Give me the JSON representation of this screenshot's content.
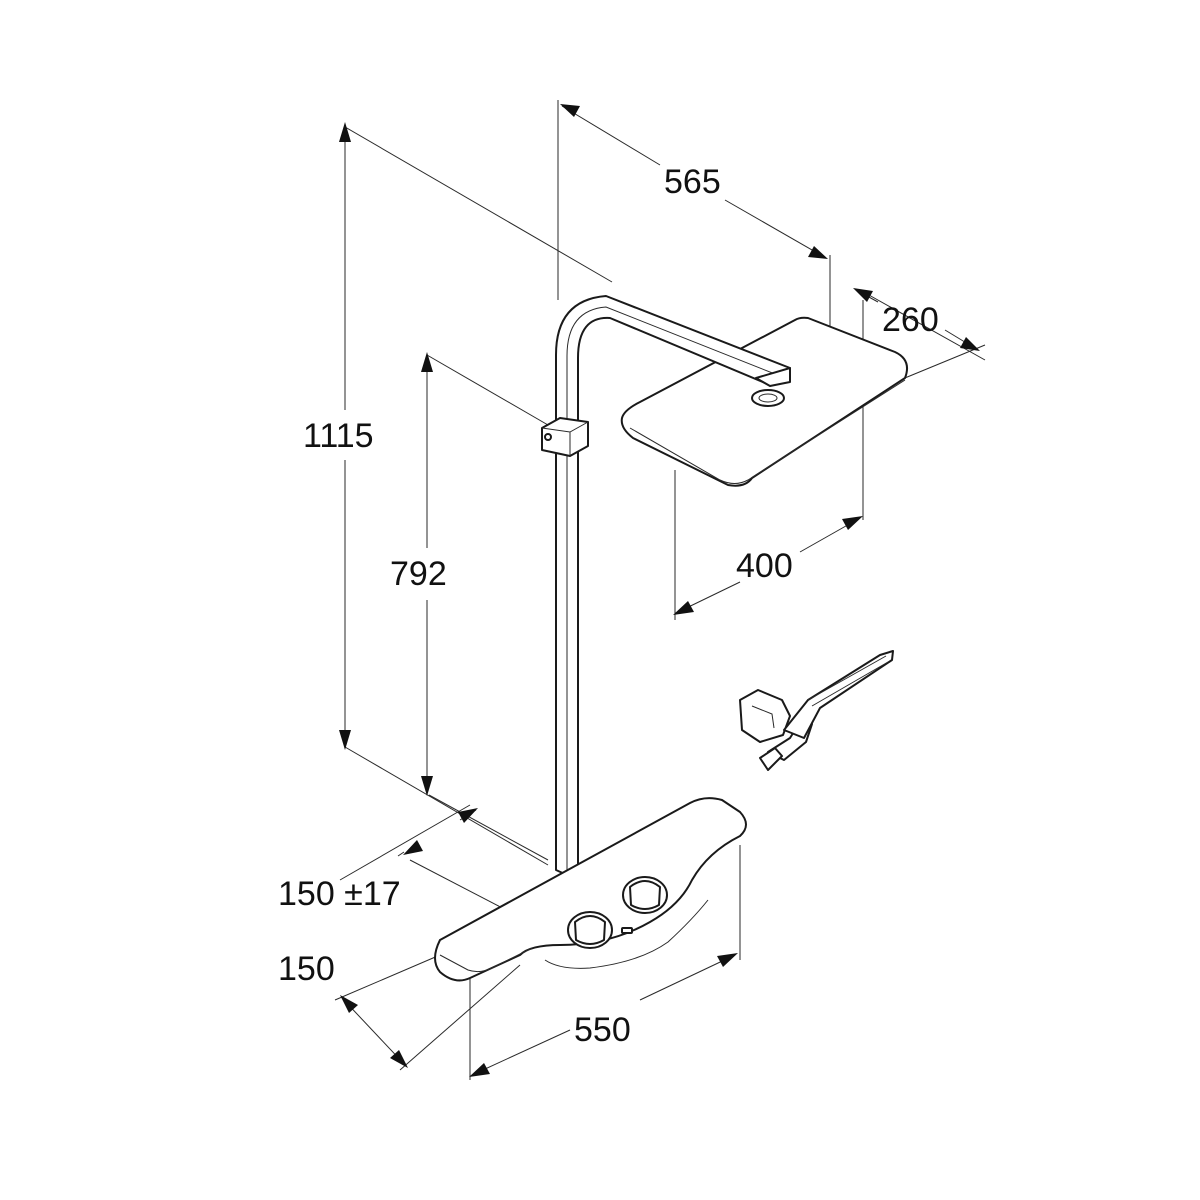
{
  "dimensions": {
    "width_top": "565",
    "head_depth": "260",
    "total_height": "1115",
    "bar_height": "792",
    "head_width": "400",
    "wall_offset": "150 ±17",
    "tray_depth": "150",
    "tray_width": "550"
  },
  "colors": {
    "line": "#1a1a1a",
    "background": "#ffffff"
  }
}
